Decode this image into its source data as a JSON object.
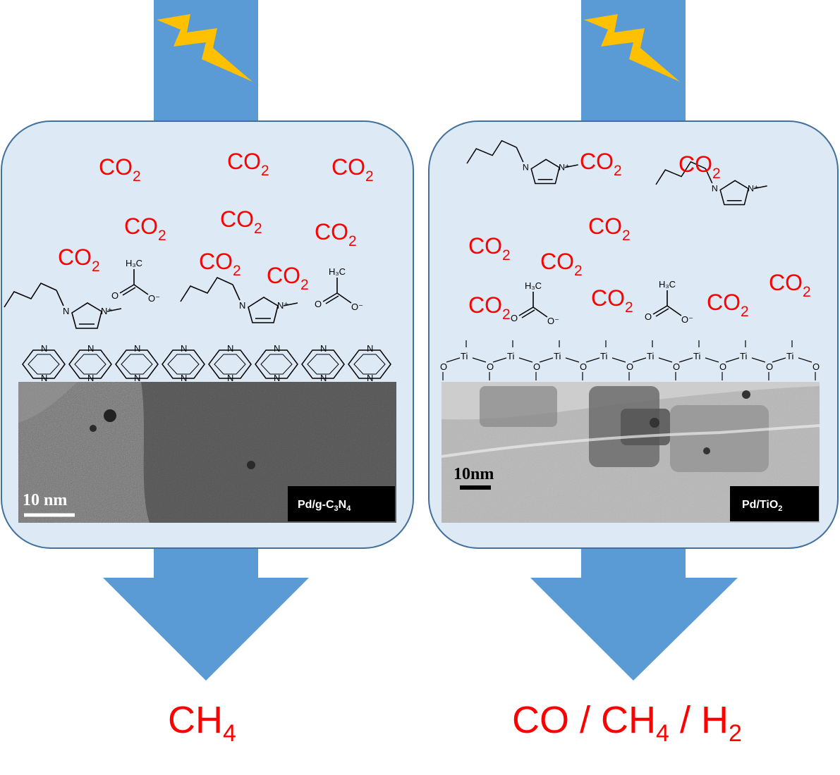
{
  "panels": [
    {
      "id": "left",
      "co2_text": "CO",
      "co2_sub": "2",
      "catalyst_label": {
        "main": "Pd/g-C",
        "sub1": "3",
        "mid": "N",
        "sub2": "4"
      },
      "scale_bar": "10 nm",
      "product": {
        "main": "CH",
        "sub": "4",
        "rest": ""
      },
      "support_atom": "N"
    },
    {
      "id": "right",
      "co2_text": "CO",
      "co2_sub": "2",
      "catalyst_label": {
        "main": "Pd/TiO",
        "sub1": "2",
        "mid": "",
        "sub2": ""
      },
      "scale_bar": "10nm",
      "product": {
        "main": "CO / CH",
        "sub": "4",
        "rest": " / H",
        "sub2": "2"
      },
      "support_atom": "Ti"
    }
  ],
  "ionic_liquid": {
    "cation_n": "N",
    "cation_n_plus": "N⁺",
    "anion_methyl": "H₃C",
    "anion_o": "O",
    "anion_o_minus": "O⁻"
  },
  "support_oxygen": "O",
  "colors": {
    "arrow": "#5b9bd5",
    "panel_fill": "#dde9f5",
    "panel_stroke": "#41719c",
    "bolt": "#ffc000",
    "text_red": "#ff0000",
    "label_bg": "#000000"
  },
  "icons": [
    "lightning-bolt-icon",
    "down-arrow-icon"
  ]
}
